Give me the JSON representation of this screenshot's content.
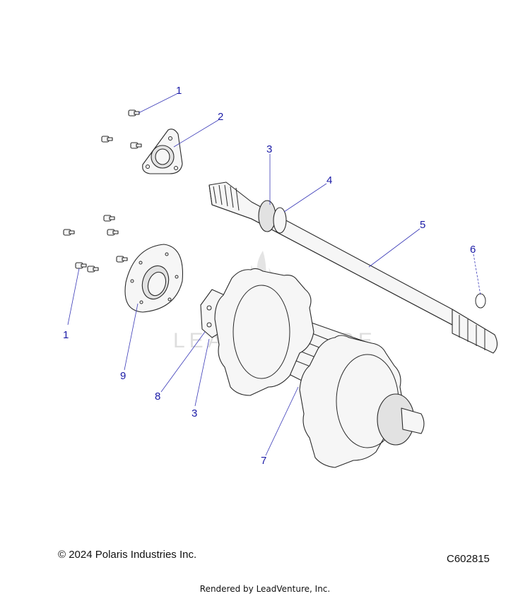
{
  "diagram": {
    "callouts": [
      {
        "id": "c1a",
        "text": "1"
      },
      {
        "id": "c2",
        "text": "2"
      },
      {
        "id": "c3a",
        "text": "3"
      },
      {
        "id": "c4",
        "text": "4"
      },
      {
        "id": "c5",
        "text": "5"
      },
      {
        "id": "c6",
        "text": "6"
      },
      {
        "id": "c1b",
        "text": "1"
      },
      {
        "id": "c9",
        "text": "9"
      },
      {
        "id": "c8",
        "text": "8"
      },
      {
        "id": "c3b",
        "text": "3"
      },
      {
        "id": "c7",
        "text": "7"
      }
    ],
    "watermark": "LEADVENTURE"
  },
  "footer": {
    "copyright": "© 2024 Polaris Industries Inc.",
    "code": "C602815",
    "rendered_by": "Rendered by LeadVenture, Inc."
  },
  "colors": {
    "callout": "#1a1aa6",
    "leader": "#3a3ab8",
    "outline": "#2a2a2a"
  }
}
